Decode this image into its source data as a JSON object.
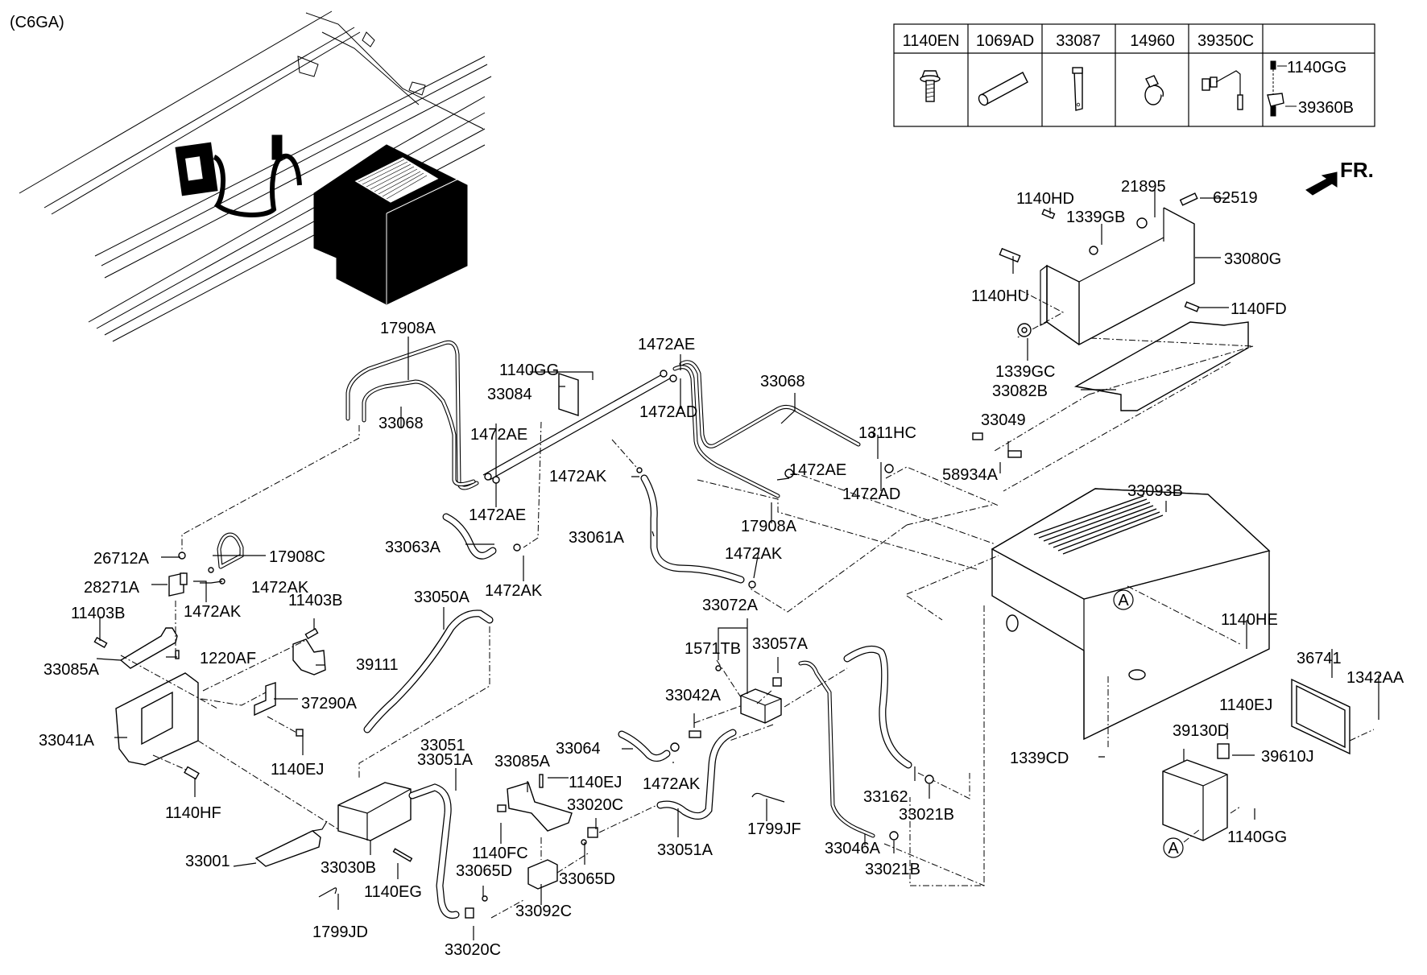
{
  "diagram": {
    "variant_code": "(C6GA)",
    "direction_label": "FR.",
    "legend_table": {
      "columns": [
        {
          "part_no": "1140EN",
          "icon": "flange-bolt-icon"
        },
        {
          "part_no": "1069AD",
          "icon": "tube-sleeve-icon"
        },
        {
          "part_no": "33087",
          "icon": "strap-bracket-icon"
        },
        {
          "part_no": "14960",
          "icon": "hose-clamp-icon"
        },
        {
          "part_no": "39350C",
          "icon": "oxygen-sensor-icon"
        },
        {
          "part_no": "",
          "icon": "sensor-bracket-icon",
          "sub_labels": [
            "1140GG",
            "39360B"
          ]
        }
      ]
    },
    "callouts": {
      "l17908A_top": "17908A",
      "l33068_left": "33068",
      "l1140GG_mid": "1140GG",
      "l33084": "33084",
      "l1472AE_top": "1472AE",
      "l1472AD_top": "1472AD",
      "l1472AE_left1": "1472AE",
      "l1472AE_left2": "1472AE",
      "l33068_right": "33068",
      "l1472AK_mid": "1472AK",
      "l33063A": "33063A",
      "l1472AK_low": "1472AK",
      "l33061A": "33061A",
      "l1472AE_right": "1472AE",
      "l17908A_right": "17908A",
      "l1472AK_right": "1472AK",
      "l1311HC": "1311HC",
      "l1472AD_right": "1472AD",
      "l33049": "33049",
      "l58934A": "58934A",
      "l1140HD": "1140HD",
      "l1339GB": "1339GB",
      "l21895": "21895",
      "l62519": "62519",
      "l33080G": "33080G",
      "l1140HU": "1140HU",
      "l1140FD": "1140FD",
      "l1339GC": "1339GC",
      "l33082B": "33082B",
      "l33093B": "33093B",
      "l1140HE": "1140HE",
      "l36741": "36741",
      "l1342AA": "1342AA",
      "l1140EJ_right": "1140EJ",
      "l39130D": "39130D",
      "l39610J": "39610J",
      "l1339CD": "1339CD",
      "l1140GG_right": "1140GG",
      "ref_A_box": "A",
      "ref_A_module": "A",
      "l26712A": "26712A",
      "l17908C": "17908C",
      "l28271A": "28271A",
      "l1472AK_v1": "1472AK",
      "l1472AK_v2": "1472AK",
      "l11403B_left": "11403B",
      "l11403B_right": "11403B",
      "l1220AF": "1220AF",
      "l33085A_left": "33085A",
      "l39111": "39111",
      "l37290A": "37290A",
      "l33041A": "33041A",
      "l1140EJ_left": "1140EJ",
      "l1140HF": "1140HF",
      "l33050A": "33050A",
      "l33051": "33051",
      "l33051A_left": "33051A",
      "l33085A_mid": "33085A",
      "l1140EJ_mid": "1140EJ",
      "l33020C_mid": "33020C",
      "l1140FC": "1140FC",
      "l33065D_left": "33065D",
      "l33065D_right": "33065D",
      "l33092C": "33092C",
      "l33020C_bottom": "33020C",
      "l33001": "33001",
      "l33030B": "33030B",
      "l1140EG": "1140EG",
      "l1799JD": "1799JD",
      "l33072A": "33072A",
      "l1571TB": "1571TB",
      "l33057A": "33057A",
      "l33042A": "33042A",
      "l33064": "33064",
      "l1472AK_valve": "1472AK",
      "l33051A_right": "33051A",
      "l1799JF": "1799JF",
      "l33162": "33162",
      "l33021B_1": "33021B",
      "l33046A": "33046A",
      "l33021B_2": "33021B"
    }
  }
}
